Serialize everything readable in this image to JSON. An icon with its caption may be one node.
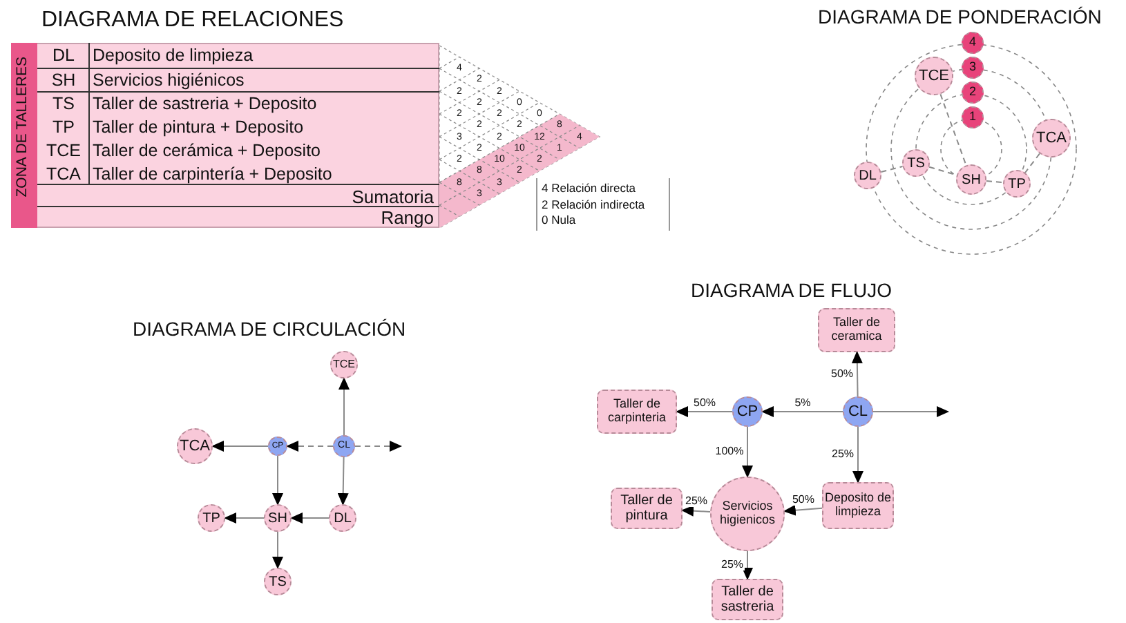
{
  "diagram": {
    "nodes": [
      {
        "text": [
          "4"
        ]
      },
      {
        "text": [
          "3"
        ]
      },
      {
        "text": [
          "TCE"
        ]
      },
      {
        "text": [
          "2"
        ]
      },
      {
        "text": [
          "1"
        ]
      },
      {
        "text": [
          "TCA"
        ]
      },
      {
        "text": [
          "TS"
        ]
      },
      {
        "text": [
          "DL"
        ]
      },
      {
        "text": [
          "SH"
        ]
      },
      {
        "text": [
          "TP"
        ]
      },
      {
        "text": [
          "TCE"
        ]
      },
      {
        "text": [
          "TCA"
        ]
      },
      {
        "text": [
          "CP"
        ]
      },
      {
        "text": [
          "CL"
        ]
      },
      {
        "text": [
          "TP"
        ]
      },
      {
        "text": [
          "SH"
        ]
      },
      {
        "text": [
          "DL"
        ]
      },
      {
        "text": [
          "TS"
        ]
      },
      {
        "text": [
          "Taller de ceramica"
        ]
      },
      {
        "text": [
          "Taller de carpinteria"
        ]
      },
      {
        "text": [
          "CP"
        ]
      },
      {
        "text": [
          "CL"
        ]
      },
      {
        "text": [
          "Taller de pintura"
        ]
      },
      {
        "text": [
          "Servicios higienicos"
        ]
      },
      {
        "text": [
          "Deposito de limpieza"
        ]
      },
      {
        "text": [
          "Taller de sastreria"
        ]
      }
    ],
    "edges": [
      {
        "from": 2,
        "to": 8,
        "arrow": "none",
        "style": "dashed"
      },
      {
        "from": 6,
        "to": 8,
        "arrow": "none",
        "style": "dashed"
      },
      {
        "from": 7,
        "to": 6,
        "arrow": "none",
        "style": "dashed"
      },
      {
        "from": 8,
        "to": 9,
        "arrow": "none",
        "style": "dashed"
      },
      {
        "from": 5,
        "to": 9,
        "arrow": "none",
        "style": "dashed"
      },
      {
        "from": 13,
        "to": 10,
        "arrow": "to"
      },
      {
        "from": 12,
        "to": 11,
        "arrow": "to"
      },
      {
        "from": 13,
        "to": 12,
        "arrow": "to",
        "style": "dashed"
      },
      {
        "from": 13,
        "to": null,
        "arrow": "to",
        "style": "dashed"
      },
      {
        "from": 12,
        "to": 15,
        "arrow": "to"
      },
      {
        "from": 13,
        "to": 16,
        "arrow": "to"
      },
      {
        "from": 15,
        "to": 14,
        "arrow": "to"
      },
      {
        "from": 16,
        "to": 15,
        "arrow": "to"
      },
      {
        "from": 15,
        "to": 17,
        "arrow": "to"
      },
      {
        "from": 21,
        "to": 18,
        "label": "50%",
        "arrow": "to"
      },
      {
        "from": 20,
        "to": 19,
        "label": "50%",
        "arrow": "to"
      },
      {
        "from": 21,
        "to": 20,
        "label": "5%",
        "arrow": "to"
      },
      {
        "from": 21,
        "to": null,
        "arrow": "to"
      },
      {
        "from": 20,
        "to": 23,
        "label": "100%",
        "arrow": "to"
      },
      {
        "from": 21,
        "to": 24,
        "label": "25%",
        "arrow": "to"
      },
      {
        "from": 23,
        "to": 22,
        "label": "25%",
        "arrow": "to"
      },
      {
        "from": 24,
        "to": 23,
        "label": "50%",
        "arrow": "to"
      },
      {
        "from": 23,
        "to": 25,
        "label": "25%",
        "arrow": "to"
      }
    ],
    "labels": [
      "DIAGRAMA DE RELACIONES",
      "DIAGRAMA DE PONDERACIÓN",
      "ZONA DE TALLERES",
      "DL",
      "Deposito de limpieza",
      "SH",
      "Servicios higiénicos",
      "TS",
      "Taller de sastreria + Deposito",
      "TP",
      "Taller de pintura + Deposito",
      "TCE",
      "Taller de cerámica + Deposito",
      "TCA",
      "Taller de carpintería + Deposito",
      "Sumatoria",
      "Rango",
      "4",
      "2",
      "2",
      "2",
      "2",
      "0",
      "2",
      "2",
      "0",
      "2",
      "2",
      "8",
      "3",
      "2",
      "12",
      "4",
      "2",
      "10",
      "1",
      "2",
      "10",
      "2",
      "8",
      "2",
      "8",
      "3",
      "3",
      "4 Relación directa",
      "2 Relación indirecta",
      "0 Nula",
      "DIAGRAMA DE FLUJO",
      "DIAGRAMA DE CIRCULACIÓN"
    ]
  }
}
